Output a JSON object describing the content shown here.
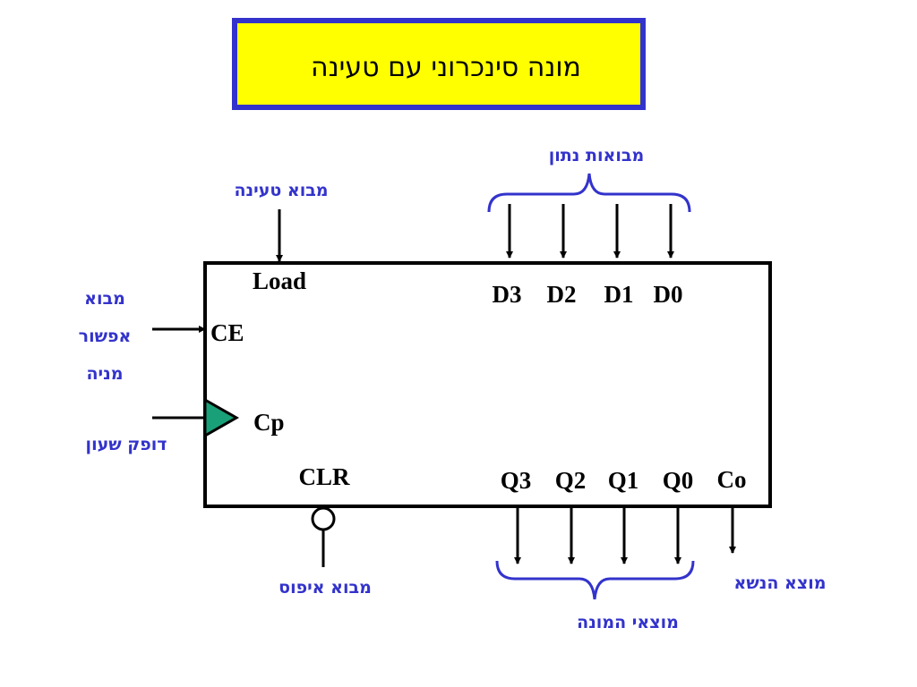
{
  "title": "מונה סינכרוני עם טעינה",
  "block": {
    "load": "Load",
    "ce": "CE",
    "cp": "Cp",
    "clr": "CLR",
    "data_inputs": [
      "D3",
      "D2",
      "D1",
      "D0"
    ],
    "outputs": [
      "Q3",
      "Q2",
      "Q1",
      "Q0"
    ],
    "carry": "Co"
  },
  "annotations": {
    "data_inputs": "מבואות נתון",
    "load_input": "מבוא טעינה",
    "count_enable": [
      "מבוא",
      "אפשור",
      "מניה"
    ],
    "clock": "דופק שעון",
    "reset": "מבוא איפוס",
    "counter_outputs": "מוצאי המונה",
    "carry_out": "מוצא הנשא"
  },
  "colors": {
    "title_background": "#ffff00",
    "title_border": "#3333cc",
    "annotation_text": "#3333cc",
    "brace": "#3333cc",
    "clock_triangle": "#1aa078",
    "lines": "#000000"
  }
}
